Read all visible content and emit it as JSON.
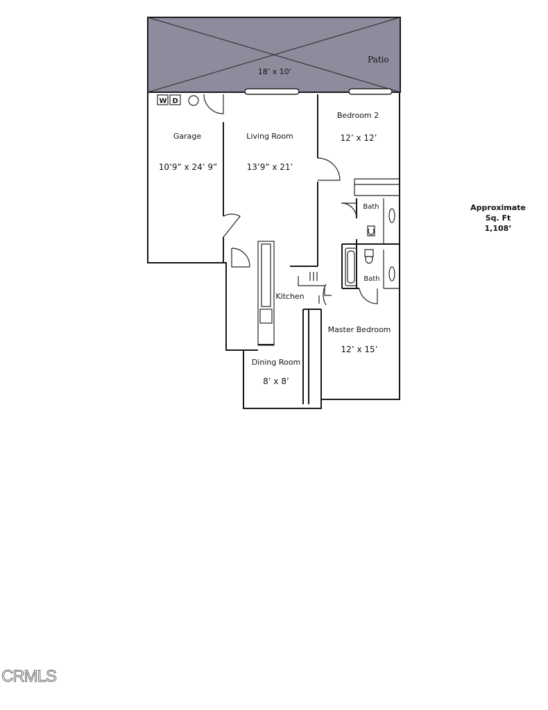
{
  "patio": {
    "name": "Patio",
    "size": "18’ x 10’",
    "fill": "#8f8b9c"
  },
  "laundry": {
    "washer": "W",
    "dryer": "D"
  },
  "rooms": {
    "garage": {
      "name": "Garage",
      "size": "10’9” x 24’ 9”"
    },
    "living_room": {
      "name": "Living Room",
      "size": "13’9” x 21’"
    },
    "bedroom_2": {
      "name": "Bedroom 2",
      "size": "12’ x 12’"
    },
    "bath_1": {
      "name": "Bath"
    },
    "bath_2": {
      "name": "Bath"
    },
    "kitchen": {
      "name": "Kitchen"
    },
    "master_bedroom": {
      "name": "Master Bedroom",
      "size": "12’ x 15’"
    },
    "dining_room": {
      "name": "Dining Room",
      "size": "8’ x 8’"
    }
  },
  "approx_sqft": {
    "line1": "Approximate",
    "line2": "Sq. Ft",
    "line3": "1,108’"
  },
  "watermark": "CRMLS"
}
